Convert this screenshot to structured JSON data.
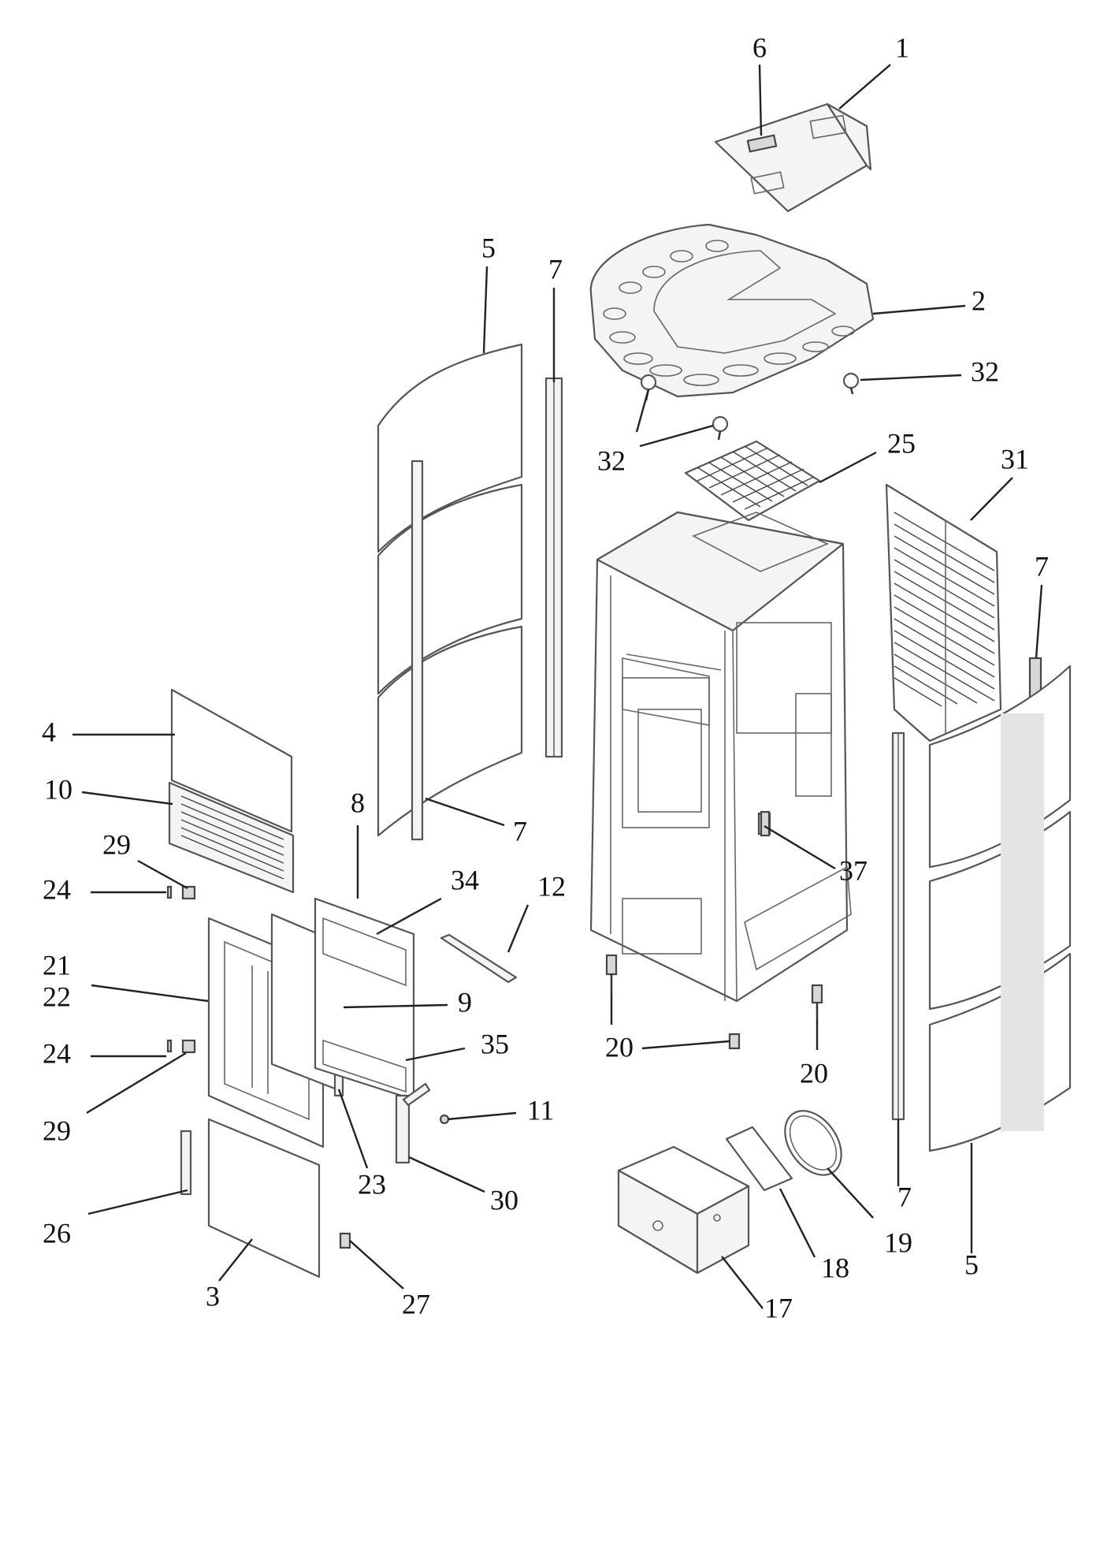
{
  "callouts": {
    "c6": "6",
    "c1": "1",
    "c5_top": "5",
    "c7_top": "7",
    "c2": "2",
    "c32_right": "32",
    "c32_left": "32",
    "c25": "25",
    "c31": "31",
    "c7_right_top": "7",
    "c4": "4",
    "c10": "10",
    "c8": "8",
    "c7_mid": "7",
    "c29_top": "29",
    "c34": "34",
    "c12": "12",
    "c37": "37",
    "c24_top": "24",
    "c21": "21",
    "c22": "22",
    "c9": "9",
    "c24_bottom": "24",
    "c35": "35",
    "c20_left": "20",
    "c20_right": "20",
    "c29_bottom": "29",
    "c11": "11",
    "c23": "23",
    "c30": "30",
    "c7_bottom": "7",
    "c26": "26",
    "c19": "19",
    "c18": "18",
    "c5_bottom": "5",
    "c3": "3",
    "c27": "27",
    "c17": "17"
  }
}
